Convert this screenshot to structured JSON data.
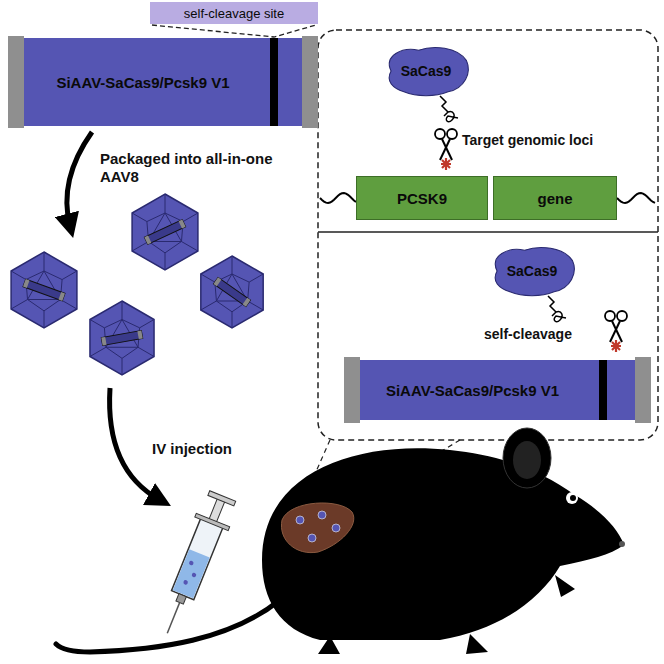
{
  "diagram": {
    "nodes": [
      {
        "text": [
          "SiAAV-SaCas9/Pcsk9 V1"
        ]
      },
      {
        "text": [
          "self-cleavage site"
        ]
      },
      {
        "text": [
          "SaCas9"
        ]
      },
      {
        "text": [
          "PCSK9"
        ]
      },
      {
        "text": [
          "gene"
        ]
      },
      {
        "text": [
          "SaCas9"
        ]
      },
      {
        "text": [
          "SiAAV-SaCas9/Pcsk9 V1"
        ]
      }
    ],
    "edges": [
      {
        "from": 1,
        "to": 0,
        "arrow": "none"
      }
    ],
    "labels": [
      "Packaged into all-in-one AAV8",
      "IV injection",
      "Target genomic loci",
      "self-cleavage"
    ]
  }
}
